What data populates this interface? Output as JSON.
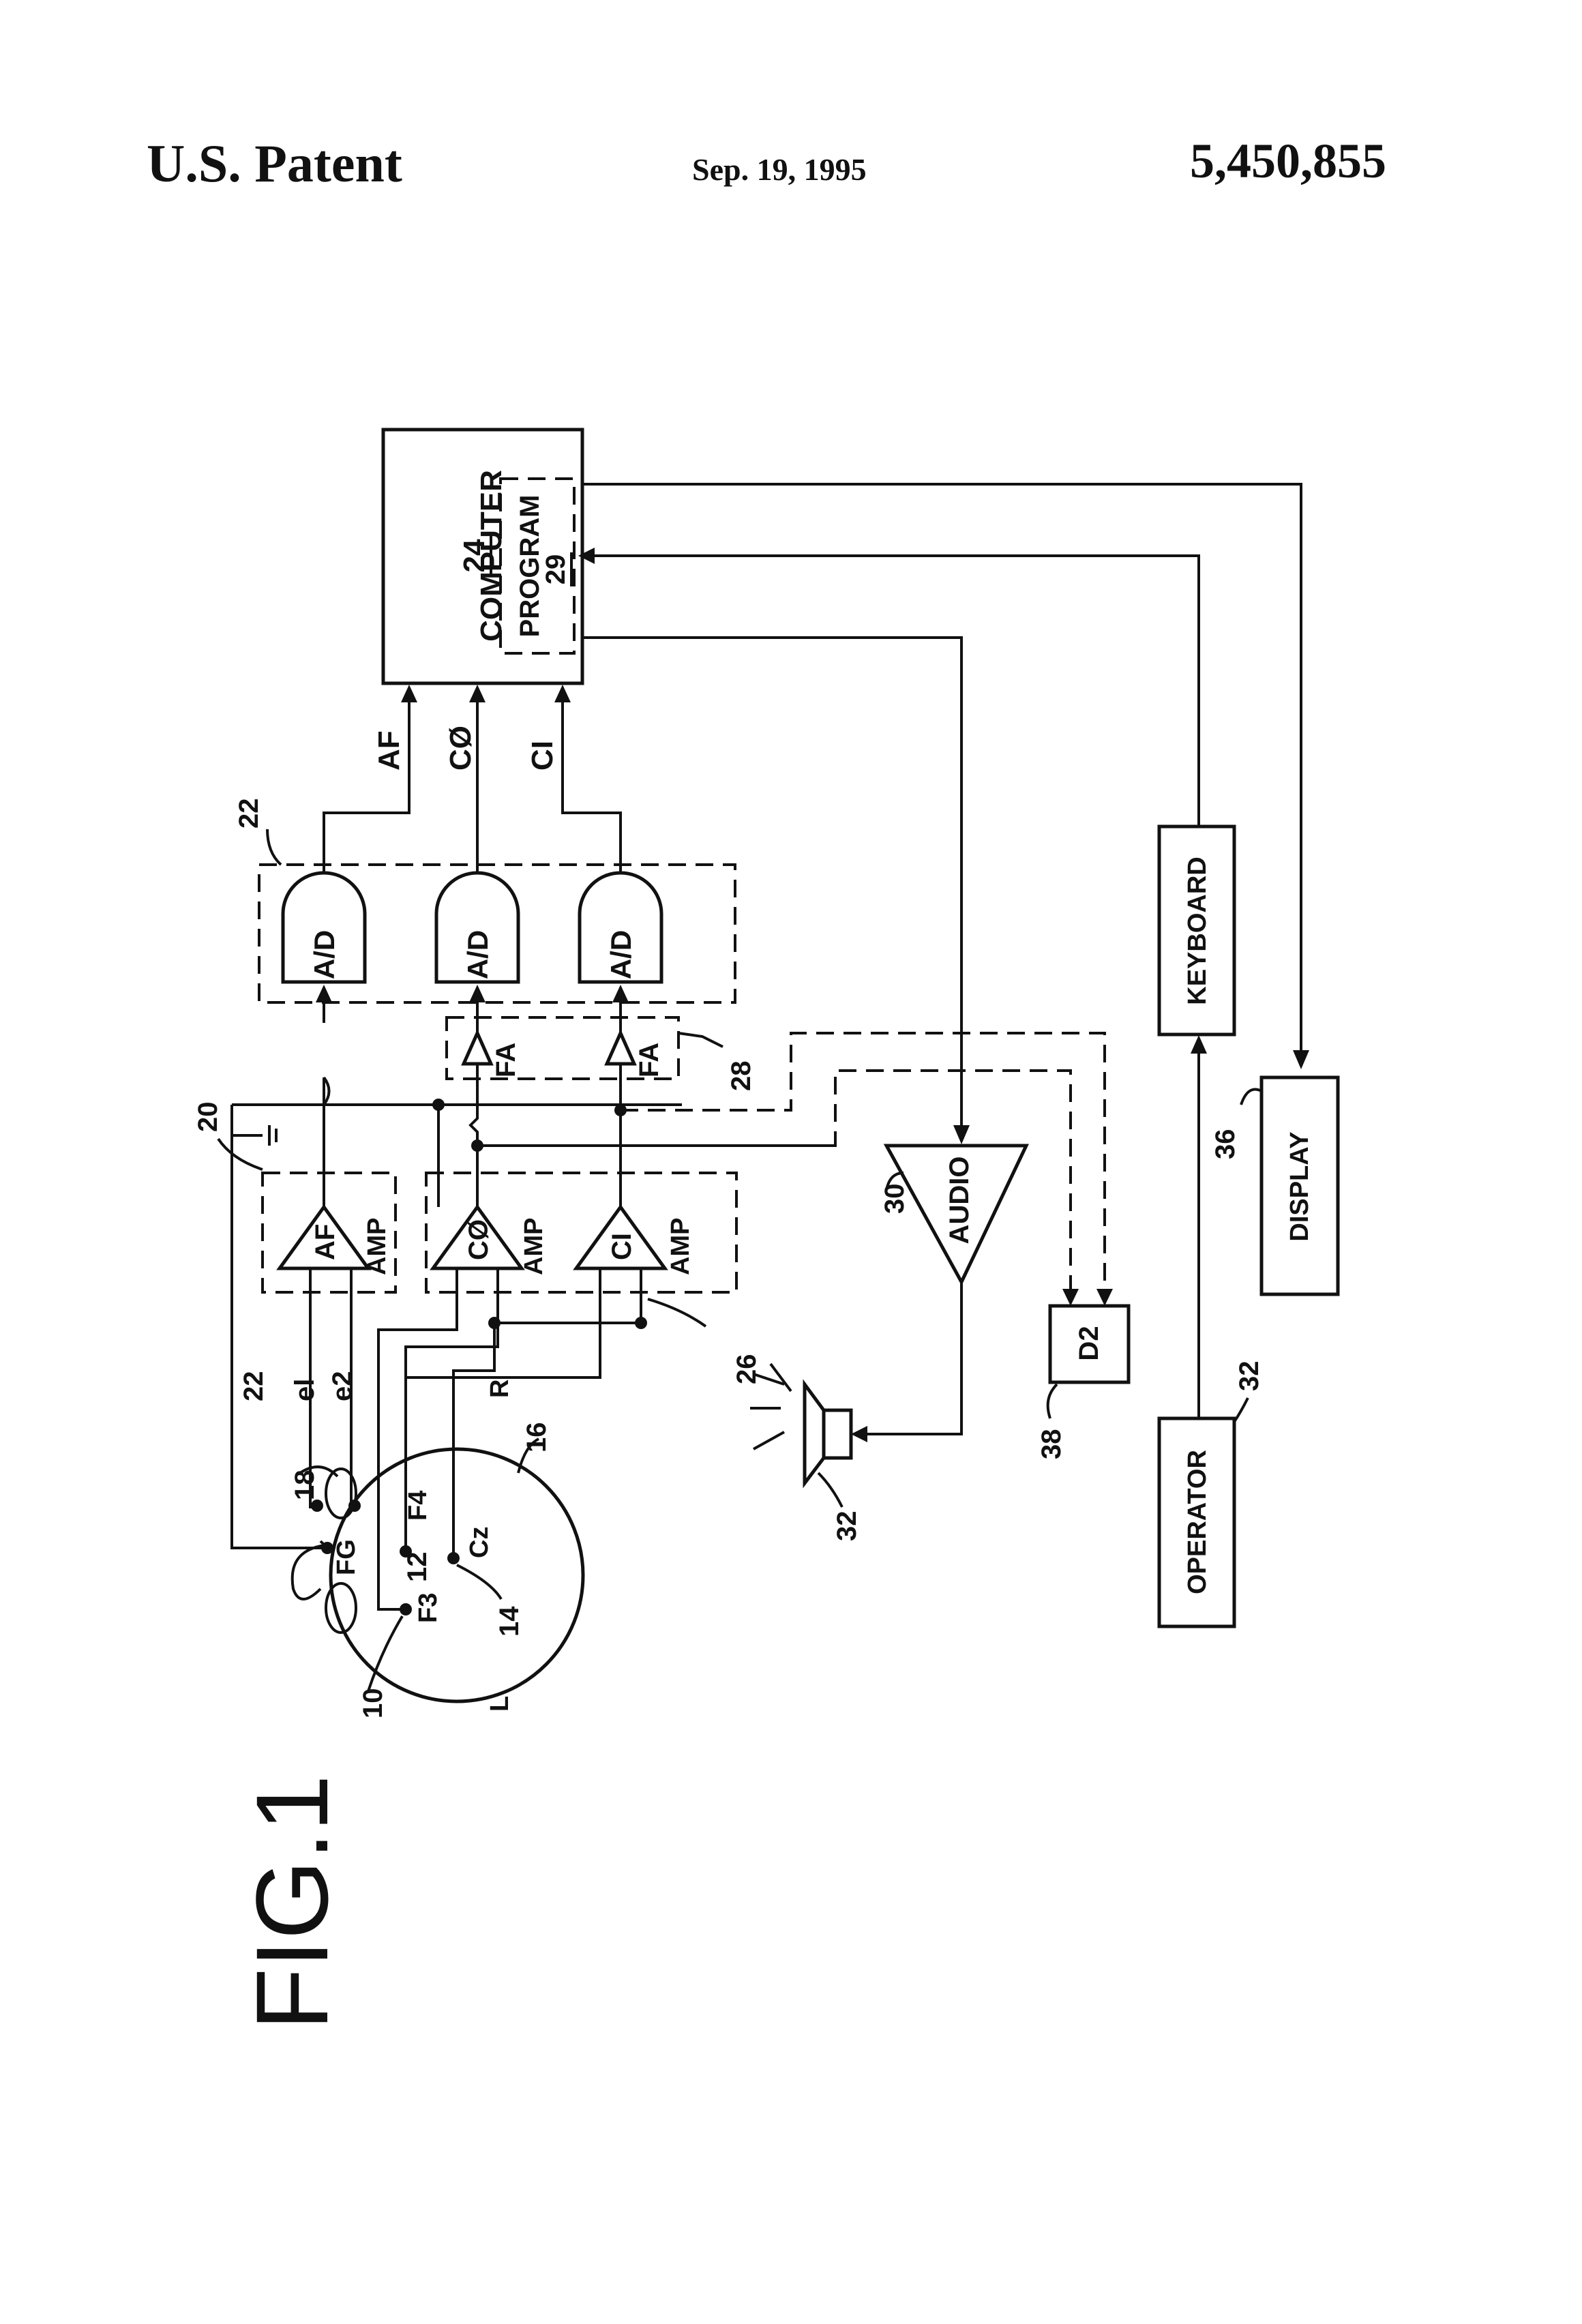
{
  "header": {
    "left": "U.S. Patent",
    "date": "Sep. 19, 1995",
    "patent_number": "5,450,855"
  },
  "figure": {
    "label": "FIG.1",
    "computer": {
      "ref": "24",
      "label": "COMPUTER",
      "program_label": "PROGRAM",
      "program_ref": "29"
    },
    "adc_block_ref": "22",
    "adc_label": "A/D",
    "adc_outputs": [
      "AF",
      "CØ",
      "CI"
    ],
    "filter_block_ref": "28",
    "filter_label": "FA",
    "amp_block_refs": [
      "20",
      "26"
    ],
    "amps": [
      {
        "name": "AF",
        "suffix": "AMP"
      },
      {
        "name": "CØ",
        "suffix": "AMP"
      },
      {
        "name": "CI",
        "suffix": "AMP"
      }
    ],
    "electrode_wires": [
      "22",
      "el",
      "e2"
    ],
    "head": {
      "ref": "16",
      "sites": [
        "FG",
        "F4",
        "F3",
        "Cz"
      ],
      "side_labels": [
        "R",
        "L"
      ],
      "refs": [
        "18",
        "12",
        "10",
        "14"
      ]
    },
    "audio": {
      "ref": "30",
      "label": "AUDIO"
    },
    "speaker_ref": "32",
    "d2": {
      "ref": "38",
      "label": "D2"
    },
    "keyboard": {
      "label": "KEYBOARD"
    },
    "display": {
      "ref": "36",
      "label": "DISPLAY"
    },
    "operator": {
      "ref": "32",
      "label": "OPERATOR"
    }
  }
}
